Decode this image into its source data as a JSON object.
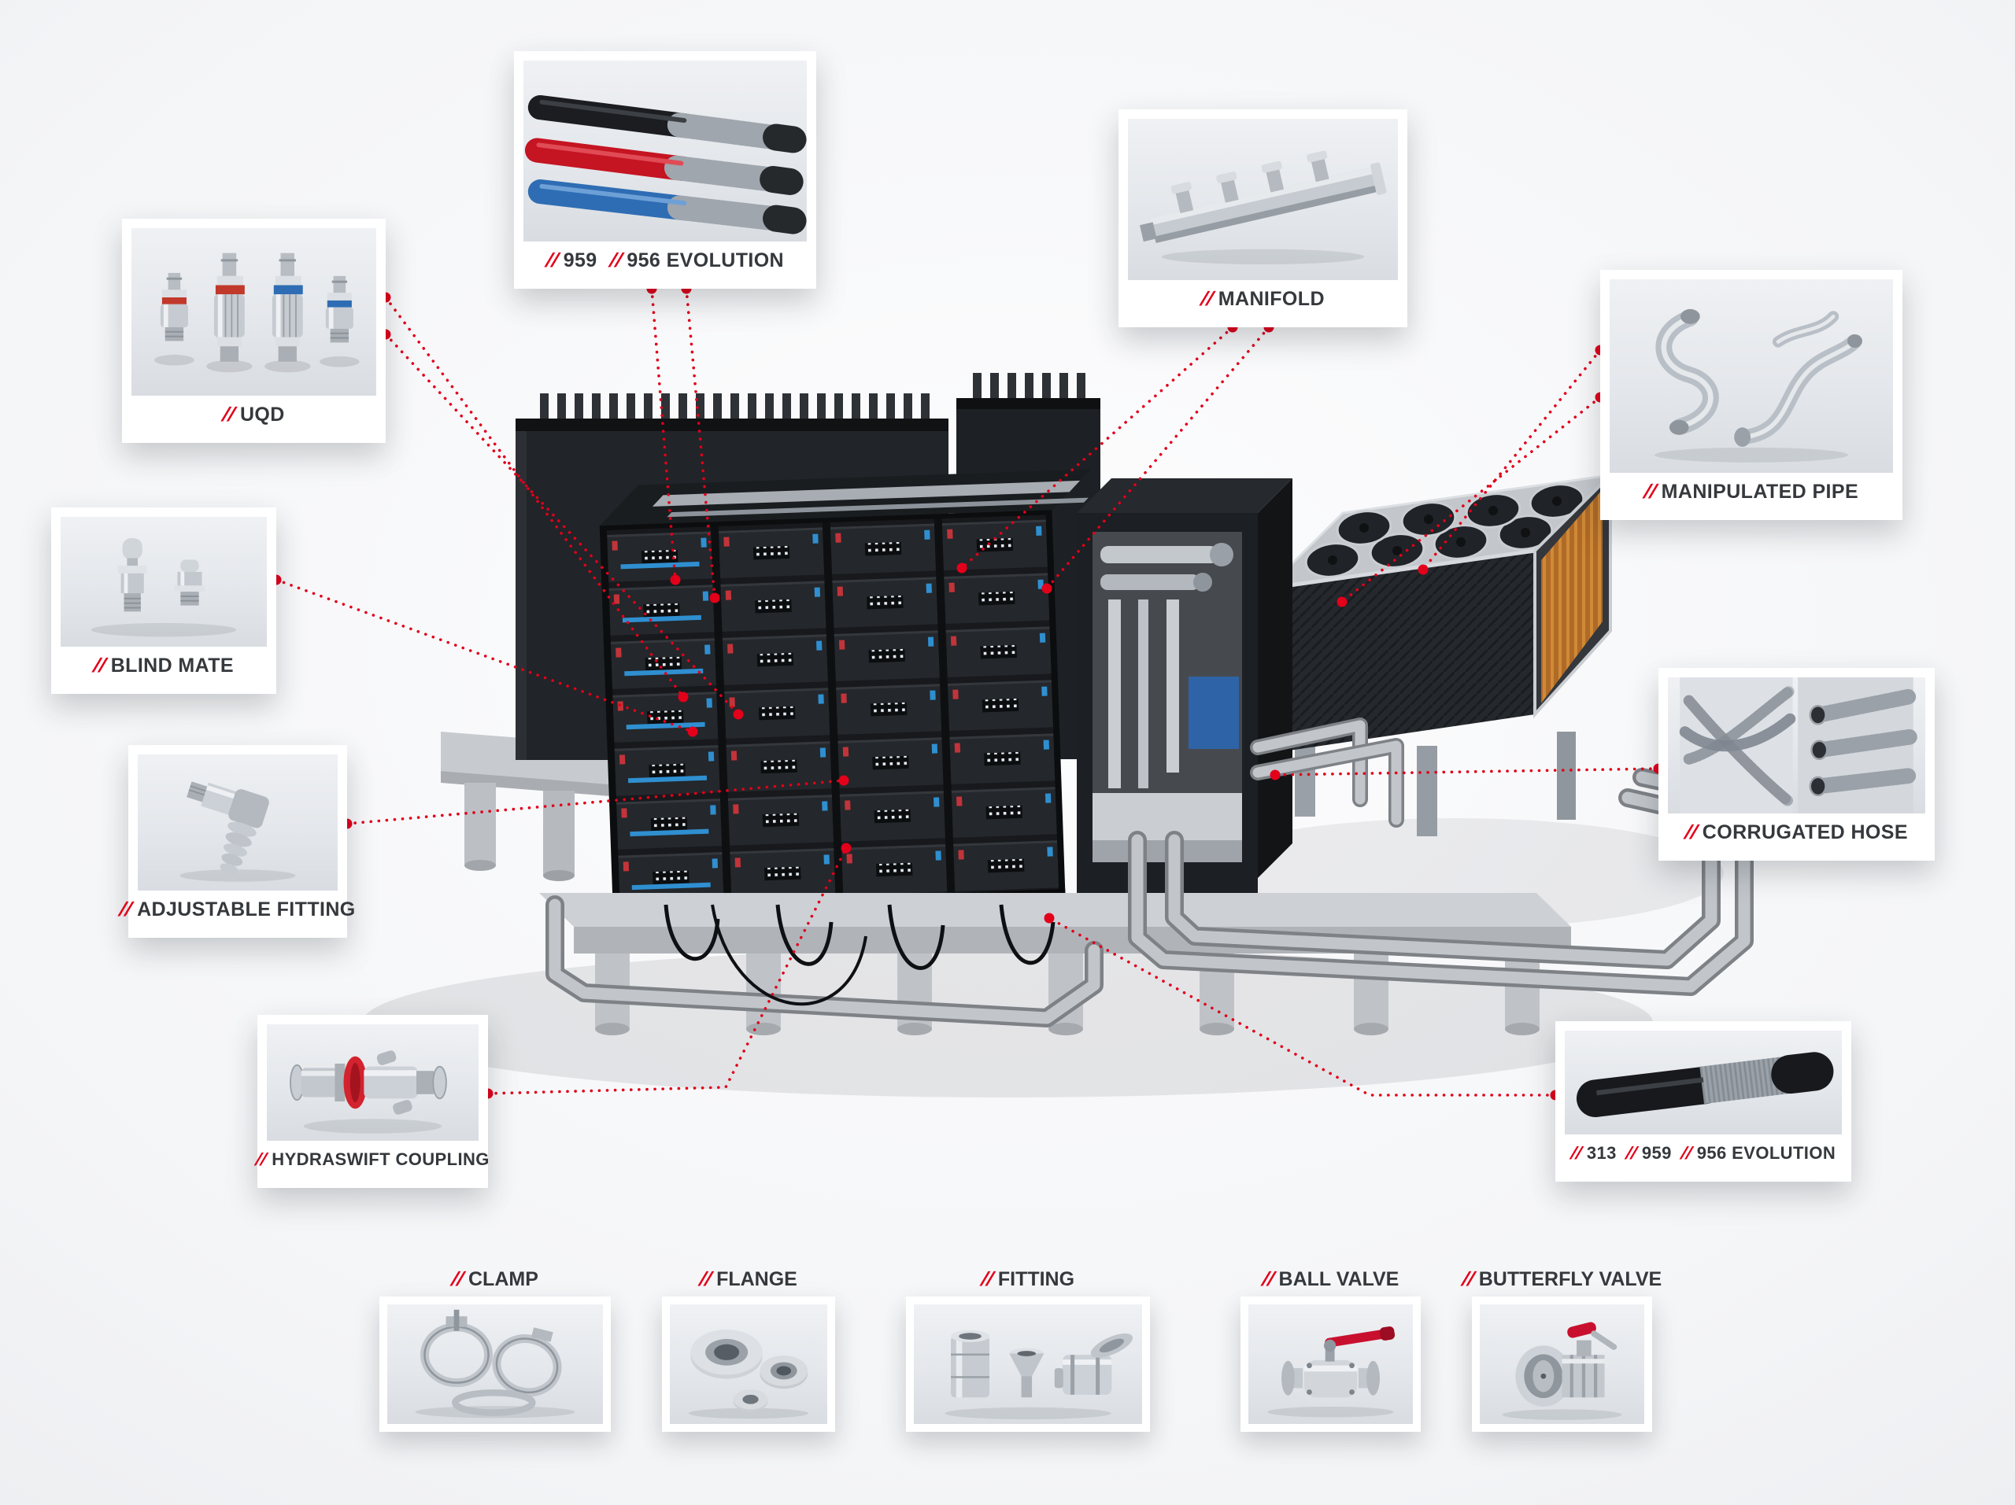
{
  "slash": "//",
  "colors": {
    "accent": "#e2001a",
    "label_text": "#35383c"
  },
  "callouts": {
    "hoses_top": {
      "image": "hoses-959-956-photo",
      "parts": [
        "959",
        "956 EVOLUTION"
      ]
    },
    "uqd": {
      "image": "uqd-couplings-photo",
      "parts": [
        "UQD"
      ]
    },
    "manifold": {
      "image": "manifold-photo",
      "parts": [
        "MANIFOLD"
      ]
    },
    "manipulated_pipe": {
      "image": "manipulated-pipe-photo",
      "parts": [
        "MANIPULATED PIPE"
      ]
    },
    "blind_mate": {
      "image": "blind-mate-couplings-photo",
      "parts": [
        "BLIND MATE"
      ]
    },
    "corrugated_hose": {
      "image": "corrugated-hose-photo",
      "parts": [
        "CORRUGATED HOSE"
      ]
    },
    "adjustable_fitting": {
      "image": "adjustable-fitting-photo",
      "parts": [
        "ADJUSTABLE FITTING"
      ]
    },
    "hydraswift": {
      "image": "hydraswift-coupling-photo",
      "parts": [
        "HYDRASWIFT COUPLING"
      ]
    },
    "hose_313": {
      "image": "hose-313-photo",
      "parts": [
        "313",
        "959",
        "956 EVOLUTION"
      ]
    },
    "clamp": {
      "image": "clamp-photo",
      "parts": [
        "CLAMP"
      ]
    },
    "flange": {
      "image": "flange-photo",
      "parts": [
        "FLANGE"
      ]
    },
    "fitting": {
      "image": "fitting-photo",
      "parts": [
        "FITTING"
      ]
    },
    "ball_valve": {
      "image": "ball-valve-photo",
      "parts": [
        "BALL VALVE"
      ]
    },
    "butterfly_valve": {
      "image": "butterfly-valve-photo",
      "parts": [
        "BUTTERFLY VALVE"
      ]
    }
  }
}
